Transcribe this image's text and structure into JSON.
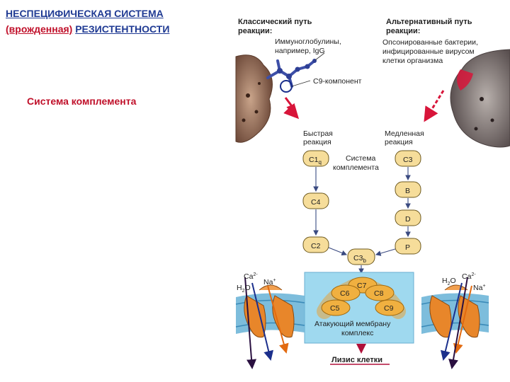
{
  "title": {
    "line1": "НЕСПЕЦИФИЧЕСКАЯ СИСТЕМА",
    "line2_red": "(врожденная)",
    "line2_blue": "РЕЗИСТЕНТНОСТИ"
  },
  "subtitle": "Система комплемента",
  "diagram": {
    "classical_heading": [
      "Классический путь",
      "реакции:"
    ],
    "alternative_heading": [
      "Альтернативный путь",
      "реакции:"
    ],
    "immunoglobulins": [
      "Иммуноглобулины,",
      "например, IgG"
    ],
    "c9_component": "С9-компонент",
    "opsonized": [
      "Опсонированные бактерии,",
      "инфицированные вирусом",
      "клетки организма"
    ],
    "fast_reaction": [
      "Быстрая",
      "реакция"
    ],
    "slow_reaction": [
      "Медленная",
      "реакция"
    ],
    "complement_system": [
      "Система",
      "комплемента"
    ],
    "nodes": {
      "c1q_main": "С1",
      "c1q_sub": "q",
      "c4": "С4",
      "c2": "С2",
      "c3": "С3",
      "b": "B",
      "d": "D",
      "p": "P",
      "c3b_main": "С3",
      "c3b_sub": "b"
    },
    "mac_components": [
      "С7",
      "С6",
      "С8",
      "С5",
      "С9"
    ],
    "mac_label": [
      "Атакующий мембрану",
      "комплекс"
    ],
    "lysis": "Лизис клетки",
    "ions_left": {
      "ca": "Ca",
      "ca_sup": "2-",
      "na": "Na",
      "na_sup": "+",
      "h2o": "H",
      "h2o_sub": "2",
      "h2o_o": "O"
    },
    "ions_right": {
      "ca": "Ca",
      "ca_sup": "2-",
      "na": "Na",
      "na_sup": "+",
      "h2o": "H",
      "h2o_sub": "2",
      "h2o_o": "O"
    }
  },
  "colors": {
    "title_blue": "#1f3a93",
    "title_red": "#c0102a",
    "node_fill": "#f6dd9a",
    "mac_panel": "#9fd9ef",
    "antibody": "#3d4fa8",
    "lightning": "#d8153a",
    "cell": "#8a6a5a",
    "bacterium": "#8f8f8f",
    "membrane_protein": "#e8862a"
  }
}
